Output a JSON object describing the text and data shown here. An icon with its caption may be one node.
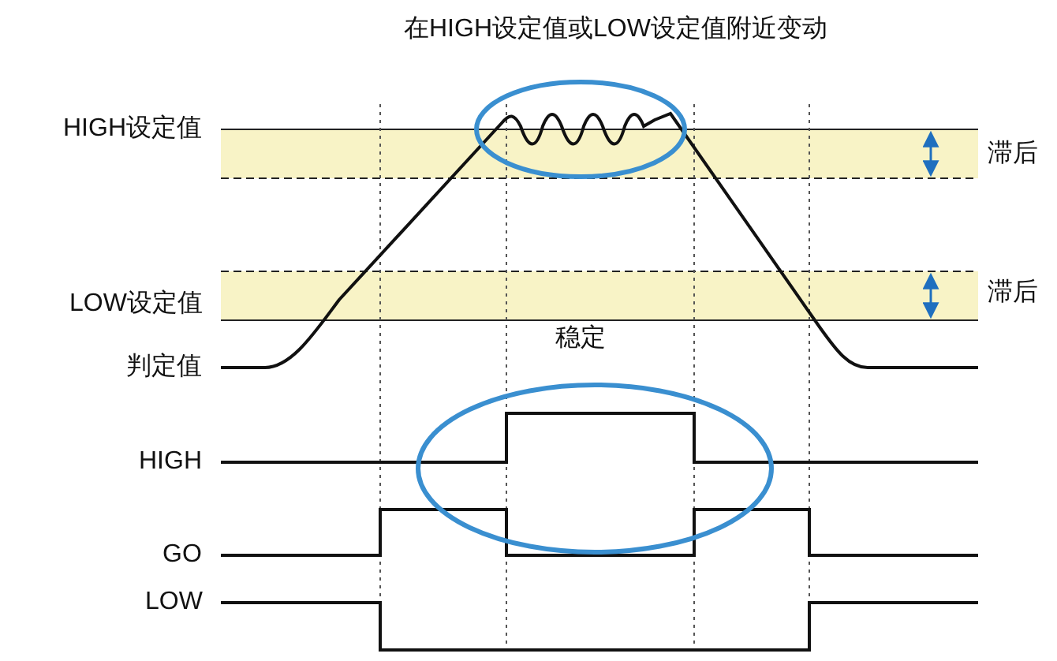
{
  "diagram": {
    "title": "在HIGH设定值或LOW设定值附近变动",
    "labels": [
      "HIGH设定值",
      "滞后",
      "LOW设定值",
      "滞后",
      "判定值",
      "稳定",
      "HIGH",
      "GO",
      "LOW"
    ]
  }
}
